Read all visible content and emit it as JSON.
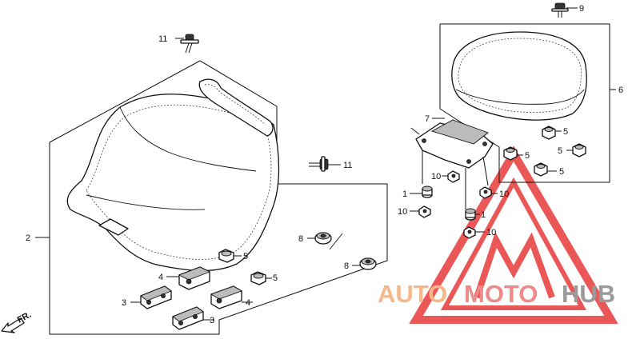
{
  "callouts": {
    "c2": "2",
    "c3a": "3",
    "c3b": "3",
    "c4a": "4",
    "c4b": "4",
    "c5a": "5",
    "c5b": "5",
    "c5c": "5",
    "c5d": "5",
    "c5e": "5",
    "c5f": "5",
    "c6": "6",
    "c7": "7",
    "c8a": "8",
    "c8b": "8",
    "c9": "9",
    "c10a": "10",
    "c10b": "10",
    "c10c": "10",
    "c10d": "10",
    "c11a": "11",
    "c11b": "11",
    "c1a": "1",
    "c1b": "1"
  },
  "direction_label": "FR.",
  "watermark": {
    "part1": "AUTO",
    "part2": "MOTO",
    "part3": "HUB",
    "color_auto": "#f4b88a",
    "color_moto": "#ef8a8a",
    "color_hub": "#9a9a9a",
    "logo_color": "#e83a3a"
  }
}
